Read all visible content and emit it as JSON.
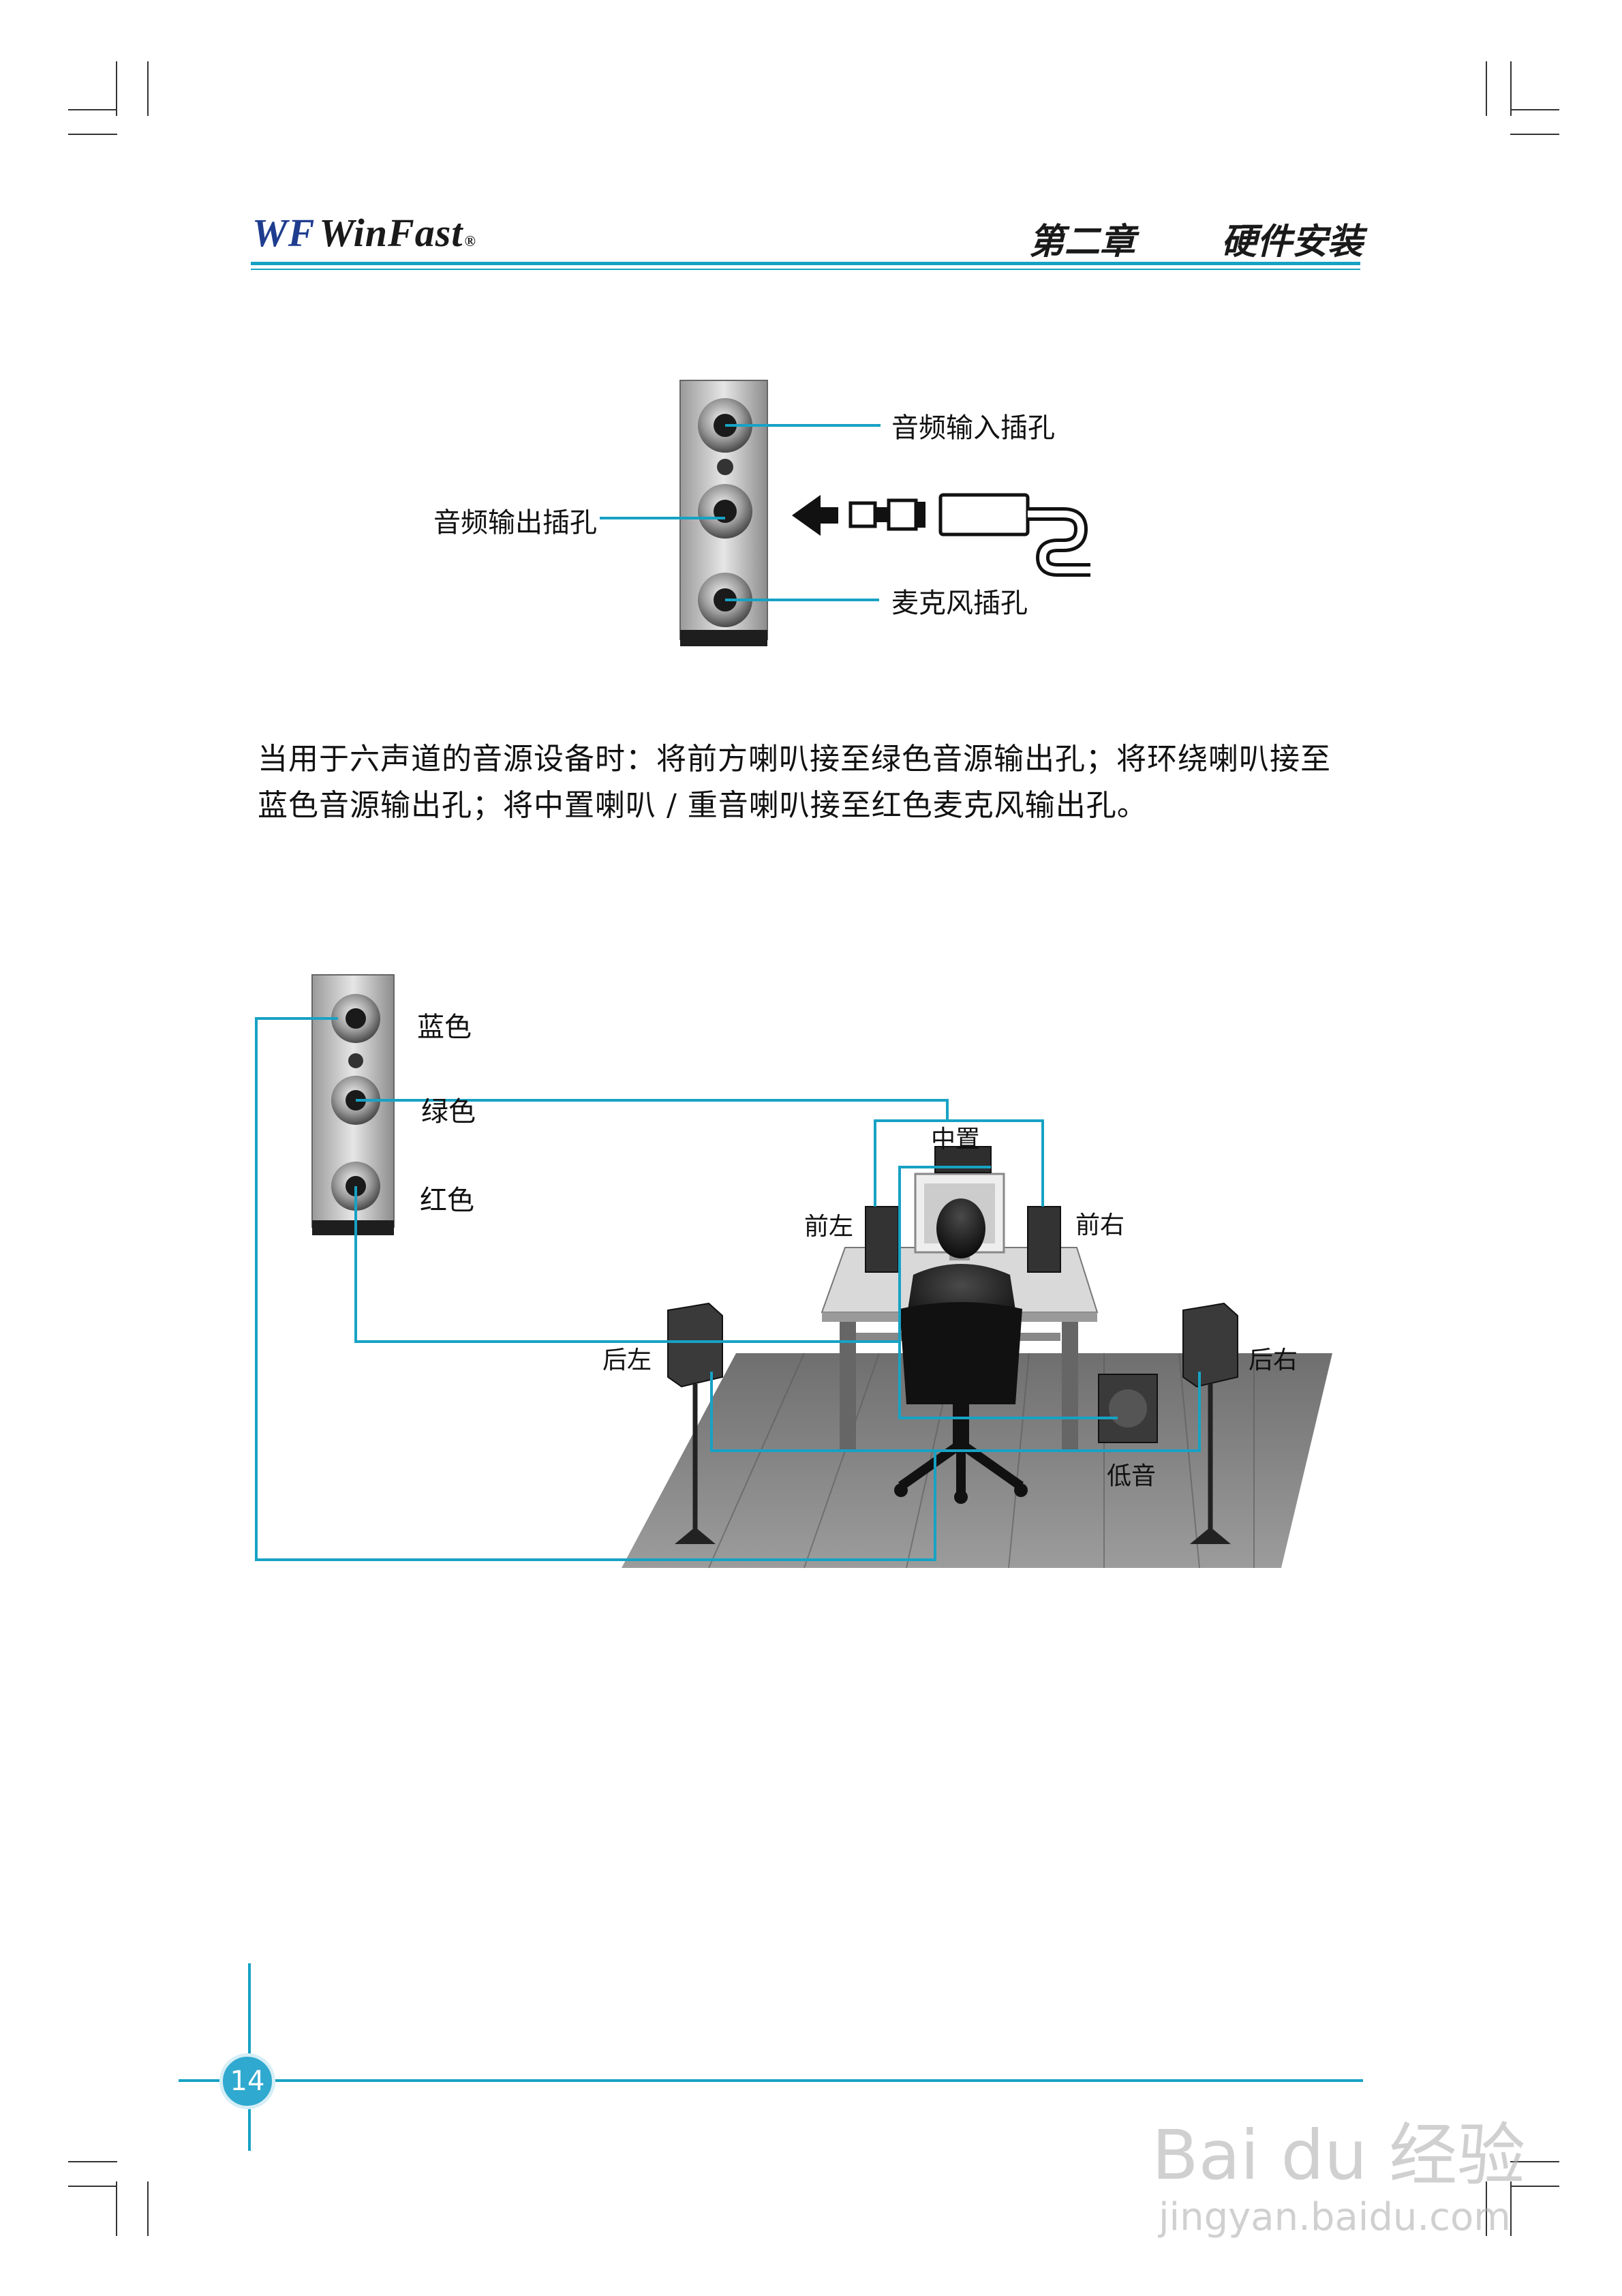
{
  "header": {
    "brand": "WinFast",
    "brand_mark": "WF",
    "registered": "®",
    "chapter": "第二章",
    "section": "硬件安装"
  },
  "figure1": {
    "audio_in": "音频输入插孔",
    "audio_out": "音频输出插孔",
    "mic": "麦克风插孔"
  },
  "paragraph": {
    "line1": "当用于六声道的音源设备时：将前方喇叭接至绿色音源输出孔；将环绕喇叭接至",
    "line2": "蓝色音源输出孔；将中置喇叭 / 重音喇叭接至红色麦克风输出孔。"
  },
  "figure2": {
    "blue": "蓝色",
    "green": "绿色",
    "red": "红色",
    "center": "中置",
    "front_left": "前左",
    "front_right": "前右",
    "rear_left": "后左",
    "rear_right": "后右",
    "subwoofer": "低音"
  },
  "footer": {
    "page_number": "14"
  },
  "watermark": {
    "logo": "Bai du 经验",
    "url": "jingyan.baidu.com"
  },
  "colors": {
    "accent": "#17a2c4",
    "brand_blue": "#1f3d8f"
  }
}
